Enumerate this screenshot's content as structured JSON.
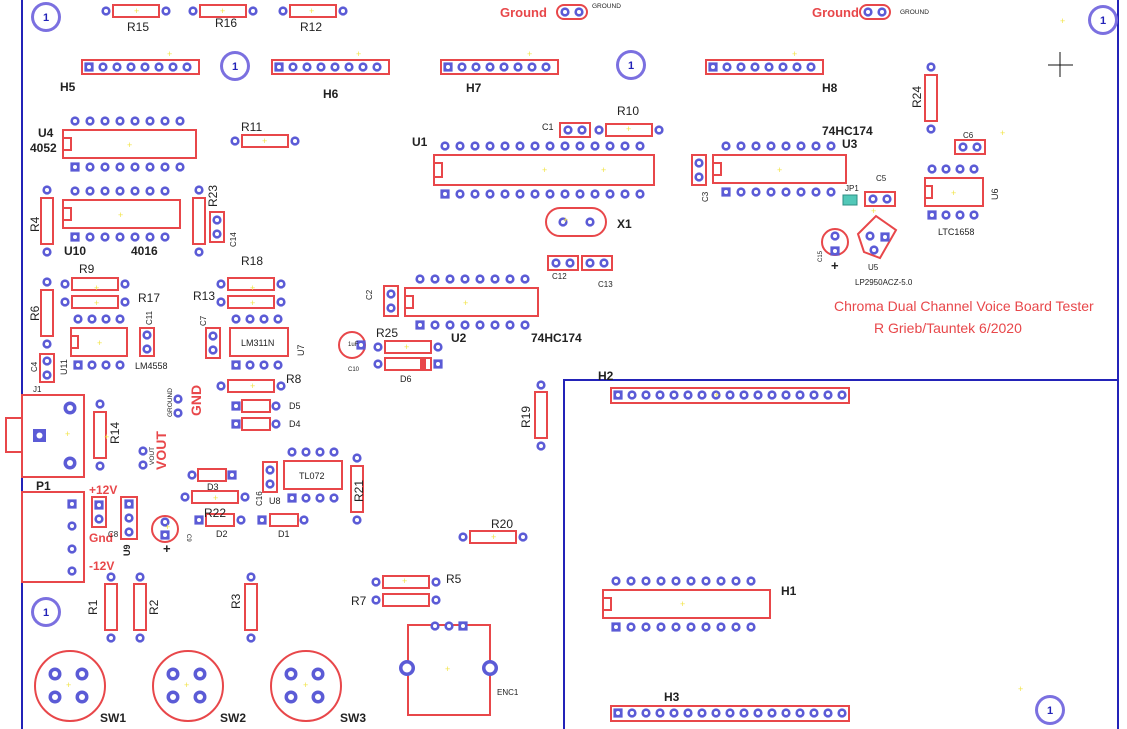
{
  "board": {
    "title_line1": "Chroma Dual Channel Voice Board Tester",
    "title_line2": "R Grieb/Tauntek 6/2020"
  },
  "colors": {
    "background": "#ffffff",
    "silkscreen": "#e8474a",
    "pad_ring": "#5b5bd6",
    "pad_center": "#ffffff",
    "board_edge": "#2323b8",
    "marker": "#f2e44a",
    "jumper": "#52c8b8"
  },
  "labels": {
    "ground_top_left": "Ground",
    "ground_top_left_small": "GROUND",
    "ground_top_right": "Ground",
    "ground_top_right_small": "GROUND",
    "mount_hole": "1",
    "gnd": "GND",
    "ground_side": "GROUND",
    "vout": "VOUT",
    "vout_side": "VOUT",
    "plus12": "+12V",
    "gnd_power": "Gnd",
    "minus12": "-12V",
    "plus": "+",
    "cap_value": "1uF"
  },
  "headers": {
    "H5": "H5",
    "H6": "H6",
    "H7": "H7",
    "H8": "H8",
    "H2": "H2",
    "H1": "H1",
    "H3": "H3",
    "P1": "P1",
    "J1": "J1"
  },
  "ics": {
    "U1": "U1",
    "U2": "U2",
    "U3": "U3",
    "U4": "U4",
    "U5": "U5",
    "U6": "U6",
    "U7": "U7",
    "U8": "U8",
    "U9": "U9",
    "U10": "U10",
    "U11": "U11",
    "U4_part": "4052",
    "U10_part": "4016",
    "U3_part": "74HC174",
    "U2_part": "74HC174",
    "U11_part": "LM4558",
    "U7_part": "LM311N",
    "U8_part": "TL072",
    "U6_part": "LTC1658",
    "U5_part": "LP2950ACZ-5.0",
    "X1": "X1",
    "ENC1": "ENC1",
    "JP1": "JP1"
  },
  "resistors": {
    "R1": "R1",
    "R2": "R2",
    "R3": "R3",
    "R4": "R4",
    "R5": "R5",
    "R6": "R6",
    "R7": "R7",
    "R8": "R8",
    "R9": "R9",
    "R10": "R10",
    "R11": "R11",
    "R12": "R12",
    "R13": "R13",
    "R14": "R14",
    "R15": "R15",
    "R16": "R16",
    "R17": "R17",
    "R18": "R18",
    "R19": "R19",
    "R20": "R20",
    "R21": "R21",
    "R22": "R22",
    "R23": "R23",
    "R24": "R24",
    "R25": "R25"
  },
  "capacitors": {
    "C1": "C1",
    "C2": "C2",
    "C3": "C3",
    "C4": "C4",
    "C5": "C5",
    "C6": "C6",
    "C7": "C7",
    "C8": "C8",
    "C9": "C9",
    "C10": "C10",
    "C11": "C11",
    "C12": "C12",
    "C13": "C13",
    "C14": "C14",
    "C15": "C15",
    "C16": "C16"
  },
  "diodes": {
    "D1": "D1",
    "D2": "D2",
    "D3": "D3",
    "D4": "D4",
    "D5": "D5",
    "D6": "D6"
  },
  "switches": {
    "SW1": "SW1",
    "SW2": "SW2",
    "SW3": "SW3"
  }
}
